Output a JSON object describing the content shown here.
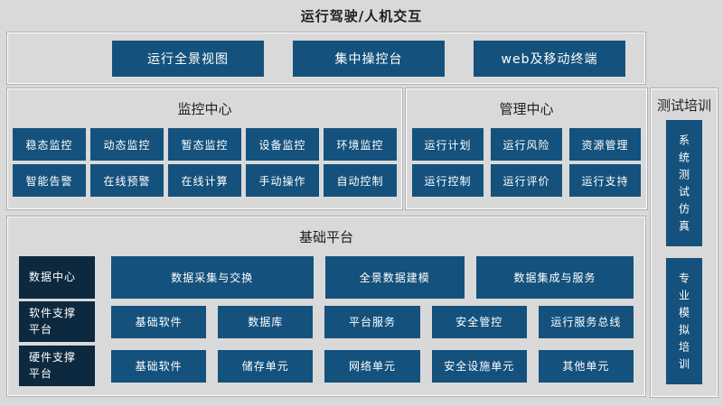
{
  "page_title": "运行驾驶/人机交互",
  "top_panel": {
    "tiles": [
      "运行全景视图",
      "集中操控台",
      "web及移动终端"
    ]
  },
  "monitoring_center": {
    "title": "监控中心",
    "rows": [
      [
        "稳态监控",
        "动态监控",
        "暂态监控",
        "设备监控",
        "环境监控"
      ],
      [
        "智能告警",
        "在线预警",
        "在线计算",
        "手动操作",
        "自动控制"
      ]
    ]
  },
  "management_center": {
    "title": "管理中心",
    "rows": [
      [
        "运行计划",
        "运行风险",
        "资源管理"
      ],
      [
        "运行控制",
        "运行评价",
        "运行支持"
      ]
    ]
  },
  "test_training": {
    "title": "测试培训",
    "tiles": [
      "系统测试仿真",
      "专业模拟培训"
    ]
  },
  "base_platform": {
    "title": "基础平台",
    "rows": [
      {
        "label": "数据中心",
        "tiles": [
          "数据采集与交换",
          "全景数据建模",
          "数据集成与服务"
        ]
      },
      {
        "label": "软件支撑\n平台",
        "tiles": [
          "基础软件",
          "数据库",
          "平台服务",
          "安全管控",
          "运行服务总线"
        ]
      },
      {
        "label": "硬件支撑\n平台",
        "tiles": [
          "基础软件",
          "储存单元",
          "网络单元",
          "安全设施单元",
          "其他单元"
        ]
      }
    ]
  },
  "colors": {
    "background": "#d9d9d9",
    "tile_blue": "#14527d",
    "label_navy": "#0d2940",
    "tile_text": "#ffffff",
    "panel_border": "#ffffff",
    "panel_outline": "#aeaeae",
    "title_text": "#1f1f1f"
  }
}
